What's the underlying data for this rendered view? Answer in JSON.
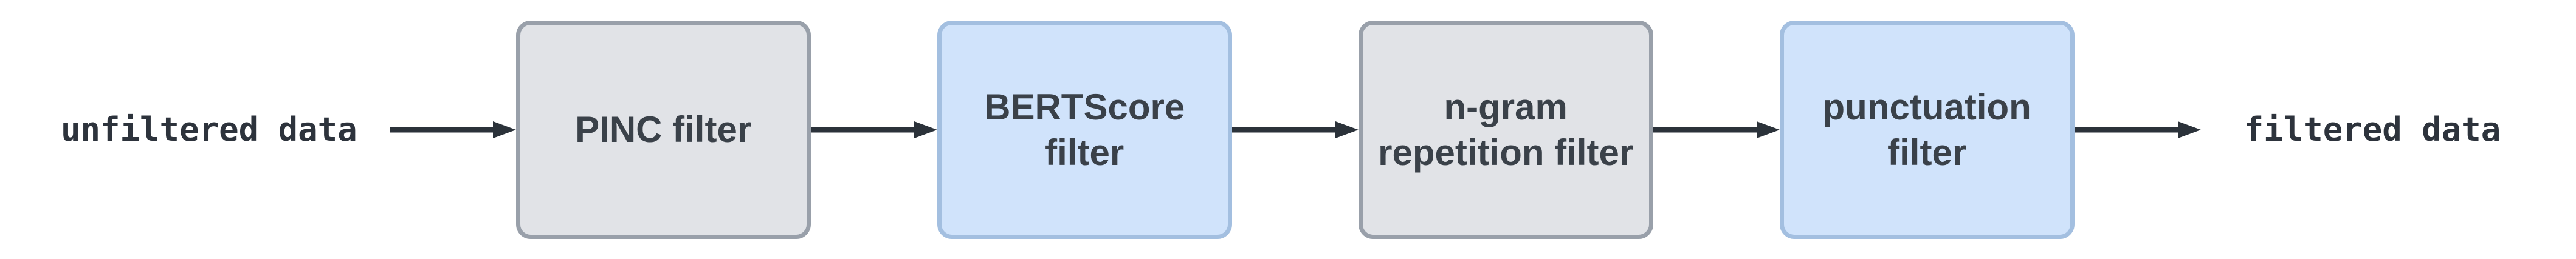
{
  "diagram": {
    "source_label": "unfiltered data",
    "sink_label": "filtered data",
    "nodes": [
      {
        "label": "PINC filter",
        "variant": "gray"
      },
      {
        "label": "BERTScore filter",
        "variant": "blue"
      },
      {
        "label": "n-gram repetition filter",
        "variant": "gray"
      },
      {
        "label": "punctuation filter",
        "variant": "blue"
      }
    ],
    "colors": {
      "gray_fill": "#e1e3e7",
      "gray_border": "#99a0aa",
      "blue_fill": "#d0e3fb",
      "blue_border": "#a3bfe0",
      "arrow": "#2b323a",
      "node_text": "#3a4149",
      "label_text": "#2d333c"
    }
  }
}
